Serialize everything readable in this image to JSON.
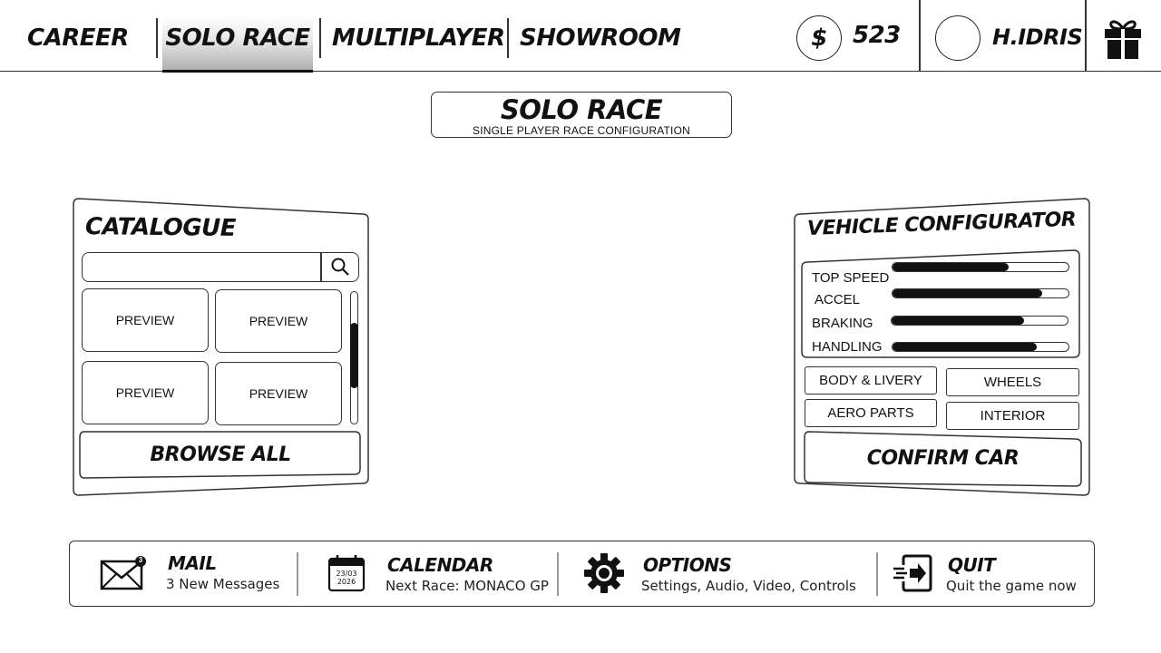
{
  "nav": {
    "tabs": [
      {
        "label": "CAREER"
      },
      {
        "label": "SOLO RACE",
        "active": true
      },
      {
        "label": "MULTIPLAYER"
      },
      {
        "label": "SHOWROOM"
      }
    ],
    "currency_symbol": "$",
    "coins": "523",
    "username": "H.IDRIS",
    "gift_icon": "gift-icon"
  },
  "header": {
    "title": "SOLO RACE",
    "subtitle": "SINGLE PLAYER RACE CONFIGURATION"
  },
  "catalogue": {
    "title": "CATALOGUE",
    "search_placeholder": "",
    "search_icon": "search-icon",
    "previews": [
      "PREVIEW",
      "PREVIEW",
      "PREVIEW",
      "PREVIEW"
    ],
    "browse_label": "BROWSE ALL"
  },
  "configurator": {
    "title": "VEHICLE CONFIGURATOR",
    "stats": [
      {
        "label": "TOP SPEED",
        "value": 0.66
      },
      {
        "label": "ACCEL",
        "value": 0.85
      },
      {
        "label": "BRAKING",
        "value": 0.75
      },
      {
        "label": "HANDLING",
        "value": 0.82
      }
    ],
    "buttons": [
      "BODY & LIVERY",
      "WHEELS",
      "AERO PARTS",
      "INTERIOR"
    ],
    "confirm_label": "CONFIRM CAR"
  },
  "bottom": {
    "mail": {
      "title": "MAIL",
      "subtitle": "3 New Messages",
      "badge": "3"
    },
    "calendar": {
      "title": "CALENDAR",
      "subtitle": "Next Race: MONACO GP",
      "date_line1": "23/03",
      "date_line2": "2026"
    },
    "options": {
      "title": "OPTIONS",
      "subtitle": "Settings, Audio, Video, Controls"
    },
    "quit": {
      "title": "QUIT",
      "subtitle": "Quit the game now"
    }
  },
  "colors": {
    "ink": "#111111",
    "background": "#ffffff",
    "active_tab_gradient_end": "#b0b0b0"
  }
}
